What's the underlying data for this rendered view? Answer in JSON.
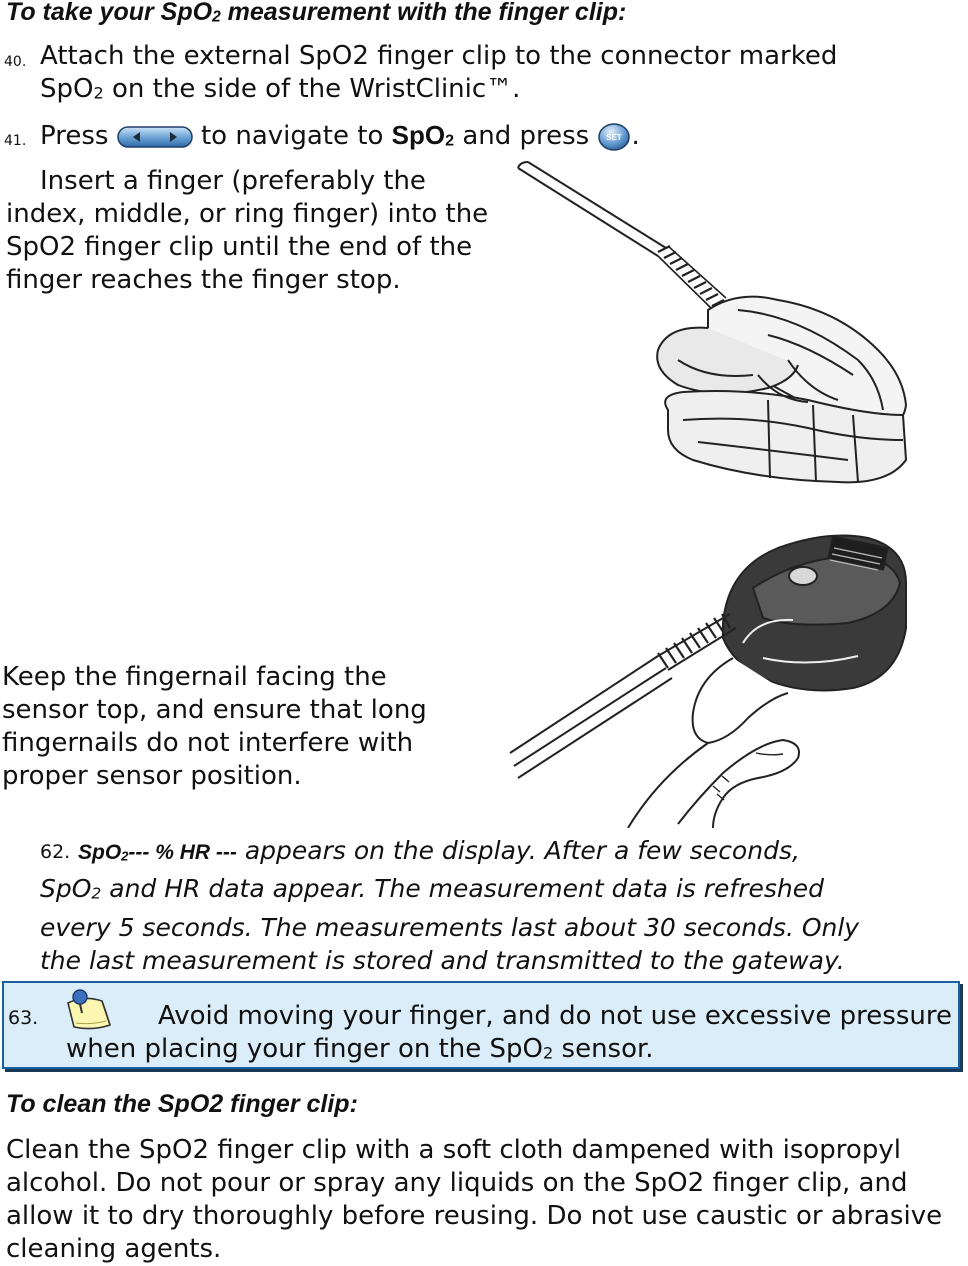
{
  "sections": {
    "measure_heading_pre": "To take your SpO",
    "measure_heading_sub": "2",
    "measure_heading_post": " measurement with the finger clip:",
    "clean_heading": "To clean the SpO2 finger clip:"
  },
  "steps": {
    "s40": {
      "number": "40.",
      "line1": "Attach the external SpO2 finger clip to the connector marked",
      "line2_pre": "SpO",
      "line2_sub": "2",
      "line2_post": " on the side of the WristClinic™."
    },
    "s41": {
      "number": "41.",
      "press": "Press",
      "navigate": "to navigate to",
      "target_pre": "SpO",
      "target_sub": "2",
      "and_press": "and press",
      "period": ".",
      "set_label": "SET"
    },
    "insert_lines": [
      "Insert a finger (preferably the",
      "index, middle, or ring finger) into the",
      "SpO2 finger clip until the end of the",
      "finger reaches the finger stop."
    ],
    "keep_lines": [
      "Keep the fingernail facing the",
      "sensor top, and ensure that long",
      "fingernails do not interfere with",
      "proper sensor position."
    ],
    "s62": {
      "number": "62.",
      "label_pre": "SpO",
      "label_sub": "2",
      "label_post": "--- % HR ---",
      "line1": " appears on the display. After a few seconds,",
      "line2_pre": "SpO",
      "line2_sub": "2",
      "line2_post": " and HR data appear. The measurement data is refreshed",
      "line3": "every 5 seconds. The measurements last about 30 seconds. Only",
      "line4": "the last measurement is stored and transmitted to the gateway."
    }
  },
  "note": {
    "number": "63.",
    "icon": "pushpin-note-icon",
    "line1": "Avoid moving your finger, and do not use excessive pressure",
    "line2_pre": "when placing your finger on the SpO",
    "line2_sub": "2",
    "line2_post": " sensor."
  },
  "clean_lines": [
    "Clean the SpO2 finger clip with a soft cloth dampened with isopropyl",
    "alcohol. Do not pour or spray any liquids on the SpO2 finger clip, and",
    "allow it to dry thoroughly before reusing. Do not use caustic or abrasive",
    "cleaning agents."
  ],
  "colors": {
    "note_background": "#daedf8",
    "note_border": "#1a5fa0",
    "button_blue": "#3f7fc0"
  }
}
